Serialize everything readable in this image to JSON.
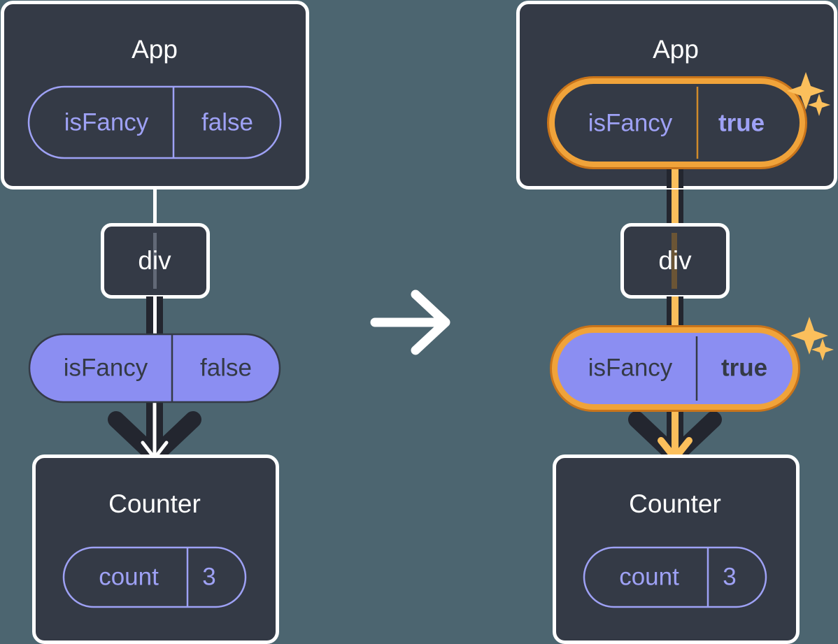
{
  "diagram": {
    "title": "React state propagation diagram",
    "background_color": "#4c6570",
    "transition_icon": "right-arrow-icon",
    "panels": [
      {
        "id": "before",
        "app": {
          "label": "App",
          "state_pill": {
            "name": "isFancy",
            "value": "false",
            "style": "outline",
            "highlighted": false
          }
        },
        "div": {
          "label": "div"
        },
        "prop_pill": {
          "name": "isFancy",
          "value": "false",
          "style": "filled",
          "highlighted": false
        },
        "counter": {
          "label": "Counter",
          "state_pill": {
            "name": "count",
            "value": "3",
            "style": "outline",
            "highlighted": false
          }
        },
        "flow_color": "#ffffff",
        "sparkles": false
      },
      {
        "id": "after",
        "app": {
          "label": "App",
          "state_pill": {
            "name": "isFancy",
            "value": "true",
            "style": "outline",
            "highlighted": true
          }
        },
        "div": {
          "label": "div"
        },
        "prop_pill": {
          "name": "isFancy",
          "value": "true",
          "style": "filled",
          "highlighted": true
        },
        "counter": {
          "label": "Counter",
          "state_pill": {
            "name": "count",
            "value": "3",
            "style": "outline",
            "highlighted": false
          }
        },
        "flow_color": "#fbbf5c",
        "sparkles": true
      }
    ],
    "colors": {
      "background": "#4c6570",
      "box_fill": "#343a46",
      "box_border": "#ffffff",
      "pill_outline": "#9ea1f5",
      "pill_fill": "#8b8ef2",
      "pill_fill_text": "#343a46",
      "connector_dark": "#23262f",
      "flow_white": "#ffffff",
      "flow_orange": "#fbbf5c",
      "highlight_outer": "#c9741a",
      "highlight_inner": "#f0a33a",
      "sparkle": "#fbbf5c",
      "dim_line_left": "#6b7280",
      "dim_line_right": "#6b5535"
    }
  }
}
